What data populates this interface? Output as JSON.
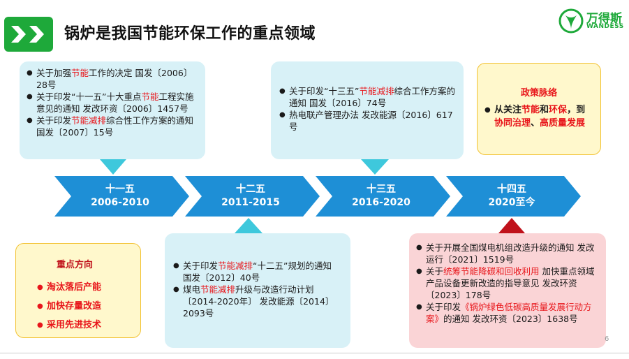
{
  "header": {
    "title": "锅炉是我国节能环保工作的重点领域",
    "logo_name": "万得斯",
    "logo_sub": "WANDESS"
  },
  "colors": {
    "brand_green": "#1ea93a",
    "arrow_blue": "#1e8fd6",
    "highlight_red": "#e8161b",
    "cyan_box": "#d8f1f7",
    "pink_box": "#fad4d6",
    "yellow_box": "#fff8cc"
  },
  "timeline": [
    {
      "period": "十一五",
      "years": "2006-2010"
    },
    {
      "period": "十二五",
      "years": "2011-2015"
    },
    {
      "period": "十三五",
      "years": "2016-2020"
    },
    {
      "period": "十四五",
      "years": "2020至今"
    }
  ],
  "box_11": {
    "item1": {
      "a": "关于加强",
      "b": "节能",
      "c": "工作的决定  国发〔2006〕28号"
    },
    "item2": {
      "a": "关于印发“十一五”十大重点",
      "b": "节能",
      "c": "工程实施意见的通知  发改环资〔2006〕1457号"
    },
    "item3": {
      "a": "关于印发",
      "b": "节能减排",
      "c": "综合性工作方案的通知  国发〔2007〕15号"
    }
  },
  "box_12": {
    "item1": {
      "a": "关于印发",
      "b": "节能减排",
      "c": "“十二五”规划的通知  国发〔2012〕40号"
    },
    "item2": {
      "a": "煤电",
      "b": "节能减排",
      "c": "升级与改造行动计划〔2014-2020年〕 发改能源〔2014〕2093号"
    }
  },
  "box_13": {
    "item1": {
      "a": "关于印发“十三五”",
      "b": "节能减排",
      "c": "综合工作方案的通知  国发〔2016〕74号"
    },
    "item2": {
      "text": "热电联产管理办法  发改能源〔2016〕617号"
    }
  },
  "box_14": {
    "item1": {
      "text": "关于开展全国煤电机组改造升级的通知  发改运行〔2021〕1519号"
    },
    "item2": {
      "a": "关于",
      "b": "统筹节能降碳和回收利用",
      "c": " 加快重点领域产品设备更新改造的指导意见  发改环资〔2023〕178号"
    },
    "item3": {
      "a": "关于印发",
      "b": "《锅炉绿色低碳高质量发展行动方案》",
      "c": "的通知  发改环资〔2023〕1638号"
    }
  },
  "policy": {
    "title": "政策脉络",
    "p1": "从关注",
    "p2": "节能",
    "p3": "和",
    "p4": "环保",
    "p5": "，到",
    "p6": "协同治理",
    "p7": "、",
    "p8": "高质量发展"
  },
  "focus": {
    "title": "重点方向",
    "items": [
      "淘汰落后产能",
      "加快存量改造",
      "采用先进技术"
    ]
  },
  "page_number": "6"
}
